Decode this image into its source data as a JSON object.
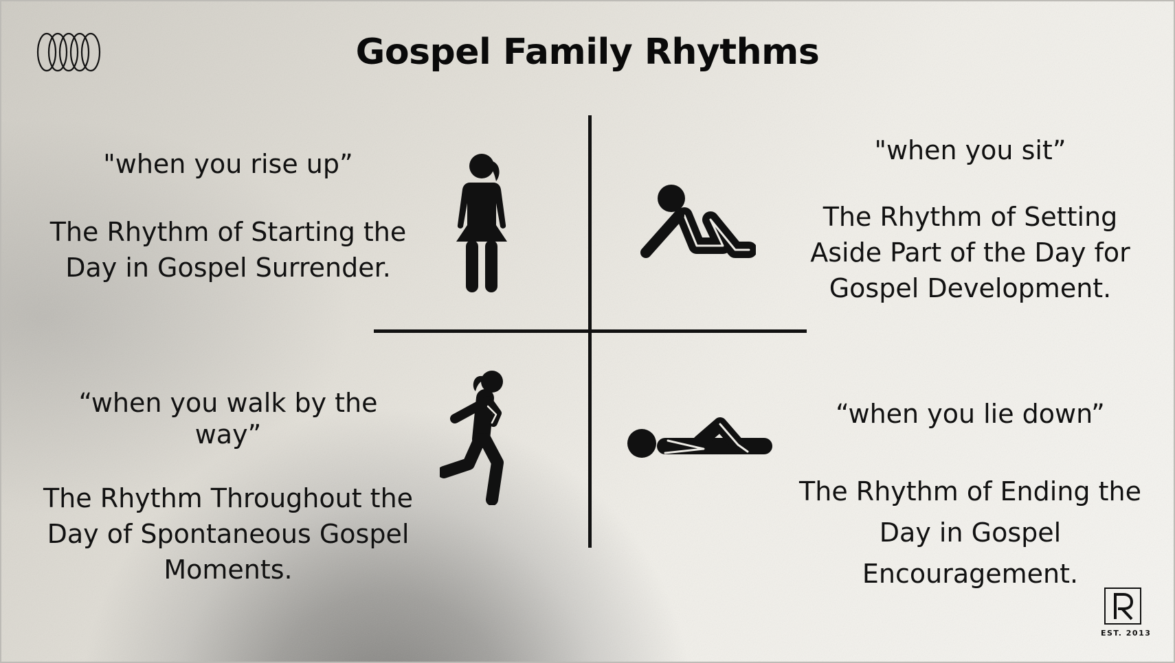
{
  "slide": {
    "title": "Gospel Family Rhythms",
    "quadrants": [
      {
        "quote": "\"when you rise up”",
        "description": "The Rhythm of Starting the Day in Gospel Surrender.",
        "icon": "standing-woman-icon"
      },
      {
        "quote": "\"when you sit”",
        "description": "The Rhythm of Setting Aside Part of the Day for Gospel Development.",
        "icon": "sitting-person-icon"
      },
      {
        "quote": "“when you walk by the way”",
        "description": "The Rhythm Throughout the Day of Spontaneous Gospel Moments.",
        "icon": "walking-woman-icon"
      },
      {
        "quote": "“when you lie down”",
        "description": "The Rhythm of Ending the Day in Gospel Encouragement.",
        "icon": "lying-person-icon"
      }
    ],
    "logo_icon": "interlocking-rings-logo",
    "brand": {
      "letter": "R",
      "established": "EST. 2013"
    }
  },
  "colors": {
    "ink": "#111111",
    "background_light": "#f4f2ed",
    "background_shadow": "#5a5a5a"
  }
}
